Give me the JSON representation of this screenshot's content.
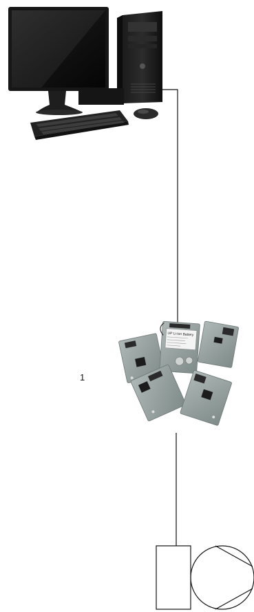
{
  "diagram": {
    "callout_label": "1",
    "battery_label_title": "UP Li-Ion Battery",
    "components": {
      "computer": "desktop-computer",
      "controller": "controller-board-assembly",
      "pump": "pump-symbol"
    }
  }
}
